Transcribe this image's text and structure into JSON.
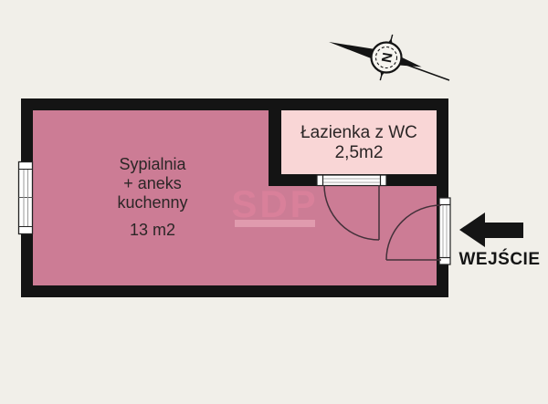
{
  "colors": {
    "background": "#f1efe9",
    "wall": "#141414",
    "main_room_fill": "#cc7c95",
    "bathroom_fill": "#f9d6d6",
    "watermark_fill": "#e4849f",
    "watermark_band_fill": "#f3bac7",
    "symbol_white": "#ffffff",
    "swing_line": "#43313a"
  },
  "rooms": {
    "main": {
      "line1": "Sypialnia",
      "line2": "+ aneks",
      "line3": "kuchenny",
      "area": "13 m2"
    },
    "bathroom": {
      "name": "Łazienka z WC",
      "area": "2,5m2"
    }
  },
  "entrance": {
    "label": "WEJŚCIE"
  },
  "compass": {
    "north_letter": "N"
  },
  "watermark": {
    "text": "SDP"
  }
}
